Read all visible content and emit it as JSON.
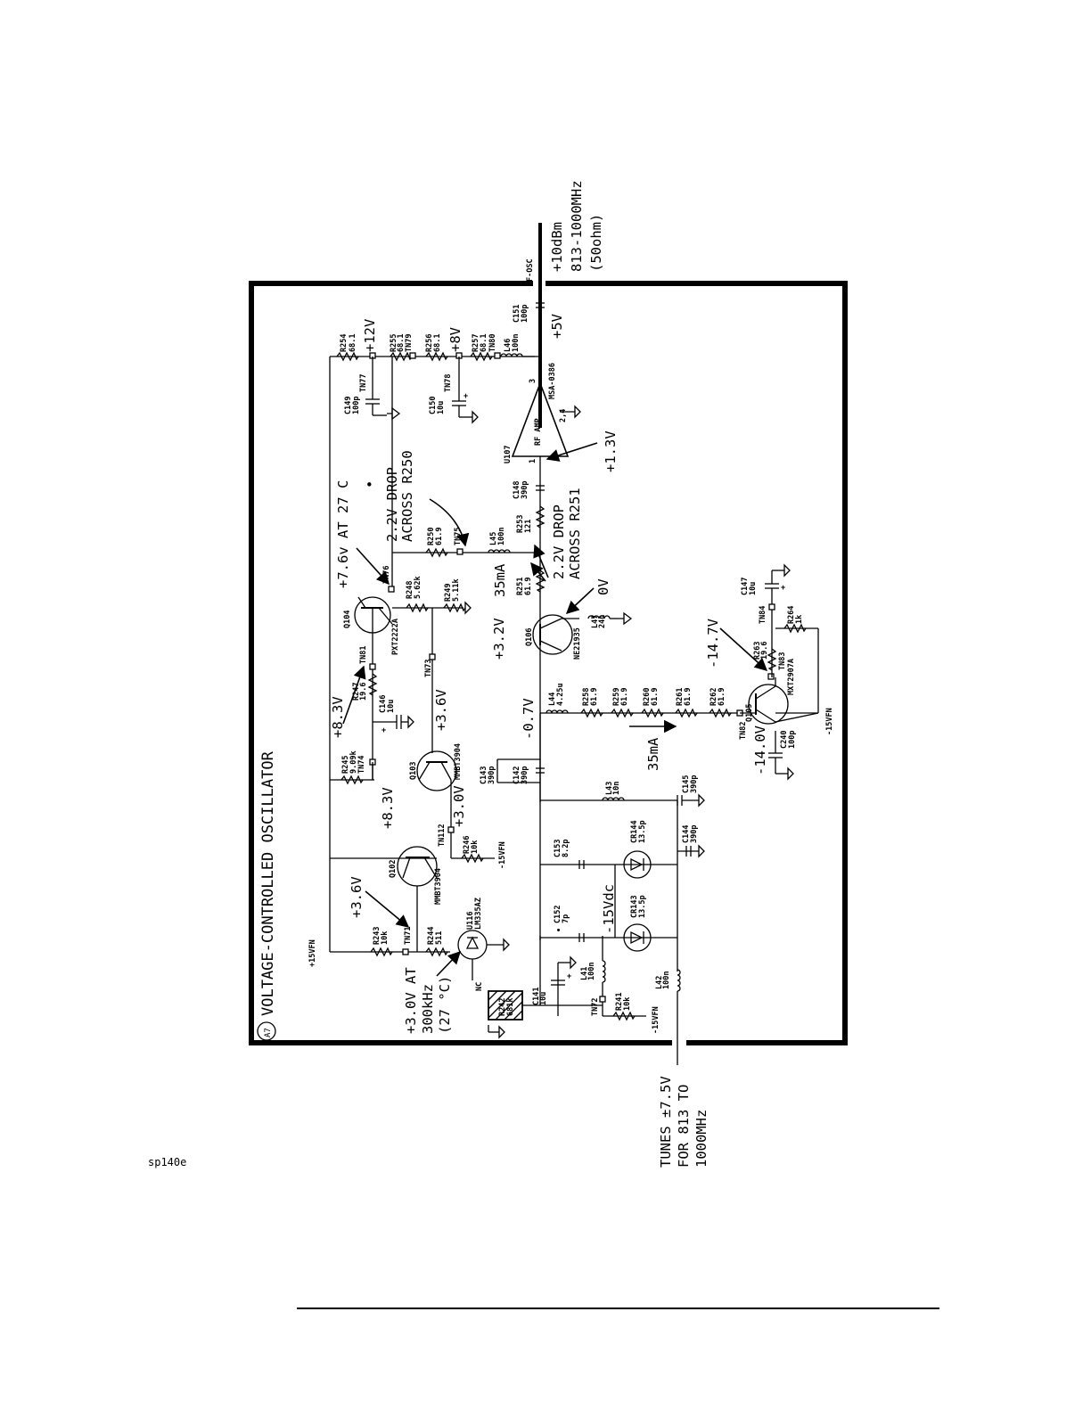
{
  "title": "VOLTAGE-CONTROLLED OSCILLATOR",
  "badge": "A7",
  "page_id": "sp140e",
  "output": {
    "net": "F-OSC",
    "lines": [
      "+10dBm",
      "813-1000MHz",
      "(50ohm)"
    ]
  },
  "tune_input": {
    "lines": [
      "TUNES ±7.5V",
      "FOR 813 TO",
      "1000MHz"
    ]
  },
  "annotations": {
    "v12": "+12V",
    "v8": "+8V",
    "v5": "+5V",
    "v7_6": "+7.6v AT 27 C",
    "drop250_a": "2.2V DROP",
    "drop250_b": "ACROSS R250",
    "drop251_a": "2.2V DROP",
    "drop251_b": "ACROSS R251",
    "v1_3": "+1.3V",
    "i35_a": "35mA",
    "i35_b": "35mA",
    "v0": "0V",
    "v3_2": "+3.2V",
    "v8_3a": "+8.3V",
    "v3_6a": "+3.6V",
    "v8_3b": "+8.3V",
    "v3_0": "+3.0V",
    "v_0_7": "-0.7V",
    "v14_7": "-14.7V",
    "v14_0": "-14.0V",
    "v3_6b": "+3.6V",
    "v15vdc": "-15Vdc",
    "v3at_a": "+3.0V AT",
    "v3at_b": "300kHz",
    "v3at_c": "(27 °C)",
    "dot": "•"
  },
  "nets": {
    "p15_left": "+15VFN",
    "m15_a": "-15VFN",
    "m15_b": "-15VFN",
    "m15_c": "-15VFN",
    "nc": "NC"
  },
  "components": {
    "R254": [
      "R254",
      "68.1"
    ],
    "R255": [
      "R255",
      "68.1"
    ],
    "R256": [
      "R256",
      "68.1"
    ],
    "R257": [
      "R257",
      "68.1"
    ],
    "L46": [
      "L46",
      "100n"
    ],
    "C151": [
      "C151",
      "100p"
    ],
    "C149": [
      "C149",
      "100p"
    ],
    "C150": [
      "C150",
      "10u"
    ],
    "U107": [
      "U107",
      "MSA-0386",
      "RF AMP",
      "1",
      "3",
      "2,4"
    ],
    "C148": [
      "C148",
      "390p"
    ],
    "R253": [
      "R253",
      "121"
    ],
    "L45": [
      "L45",
      "100n"
    ],
    "R250": [
      "R250",
      "61.9"
    ],
    "R248": [
      "R248",
      "5.62k"
    ],
    "R249": [
      "R249",
      "5.11k"
    ],
    "R251": [
      "R251",
      "61.9"
    ],
    "Q104": [
      "Q104",
      "PXT2222A"
    ],
    "Q106": [
      "Q106",
      "NE21935"
    ],
    "L47": [
      "L47",
      "24n"
    ],
    "R247": [
      "R247",
      "19.6"
    ],
    "C146": [
      "C146",
      "10u"
    ],
    "R245": [
      "R245",
      "9.09k"
    ],
    "Q103": [
      "Q103",
      "MMBT3904"
    ],
    "C143": [
      "C143",
      "390p"
    ],
    "C142": [
      "C142",
      "390p"
    ],
    "L44": [
      "L44",
      "4.25u"
    ],
    "R258": [
      "R258",
      "61.9"
    ],
    "R259": [
      "R259",
      "61.9"
    ],
    "R260": [
      "R260",
      "61.9"
    ],
    "R261": [
      "R261",
      "61.9"
    ],
    "R262": [
      "R262",
      "61.9"
    ],
    "Q105": [
      "Q105",
      "MXT2907A"
    ],
    "R263": [
      "R263",
      "19.6"
    ],
    "R264": [
      "R264",
      "1k"
    ],
    "C147": [
      "C147",
      "10u"
    ],
    "C240": [
      "C240",
      "100p"
    ],
    "L43": [
      "L43",
      "10n"
    ],
    "C145": [
      "C145",
      "390p"
    ],
    "C144": [
      "C144",
      "390p"
    ],
    "CR144": [
      "CR144",
      "13.5p"
    ],
    "CR143": [
      "CR143",
      "13.5p"
    ],
    "C153": [
      "C153",
      "8.2p"
    ],
    "C152": [
      "C152",
      "7p"
    ],
    "R246": [
      "R246",
      "10k"
    ],
    "Q102": [
      "Q102",
      "MMBT3904"
    ],
    "R243": [
      "R243",
      "10k"
    ],
    "R244": [
      "R244",
      "511"
    ],
    "U116": [
      "U116",
      "LM335AZ"
    ],
    "R242": [
      "R242",
      "681k"
    ],
    "C141": [
      "C141",
      "10u"
    ],
    "L41": [
      "L41",
      "100n"
    ],
    "R241": [
      "R241",
      "10k"
    ],
    "L42": [
      "L42",
      "100n"
    ]
  },
  "test_points": [
    "TN77",
    "TN79",
    "TN78",
    "TN80",
    "TN76",
    "TN75",
    "TN81",
    "TN73",
    "TN74",
    "TN112",
    "TN71",
    "TN72",
    "TN82",
    "TN83",
    "TN84"
  ]
}
